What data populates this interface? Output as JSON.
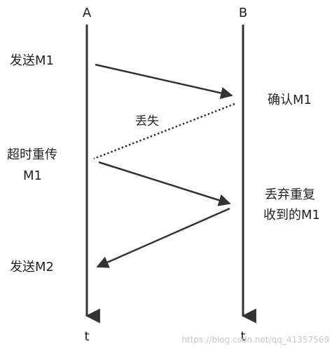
{
  "nodes": {
    "a": "A",
    "b": "B"
  },
  "time_labels": {
    "a": "t",
    "b": "t"
  },
  "labels": {
    "send_m1": "发送M1",
    "ack_m1": "确认M1",
    "lost": "丢失",
    "timeout_line1": "超时重传",
    "timeout_line2": "M1",
    "discard_line1": "丢弃重复",
    "discard_line2": "收到的M1",
    "send_m2": "发送M2"
  },
  "watermark": "https://blog.csdn.net/qq_41357569",
  "colors": {
    "line": "#333333",
    "text": "#222222",
    "watermark": "#c8c8c8"
  }
}
